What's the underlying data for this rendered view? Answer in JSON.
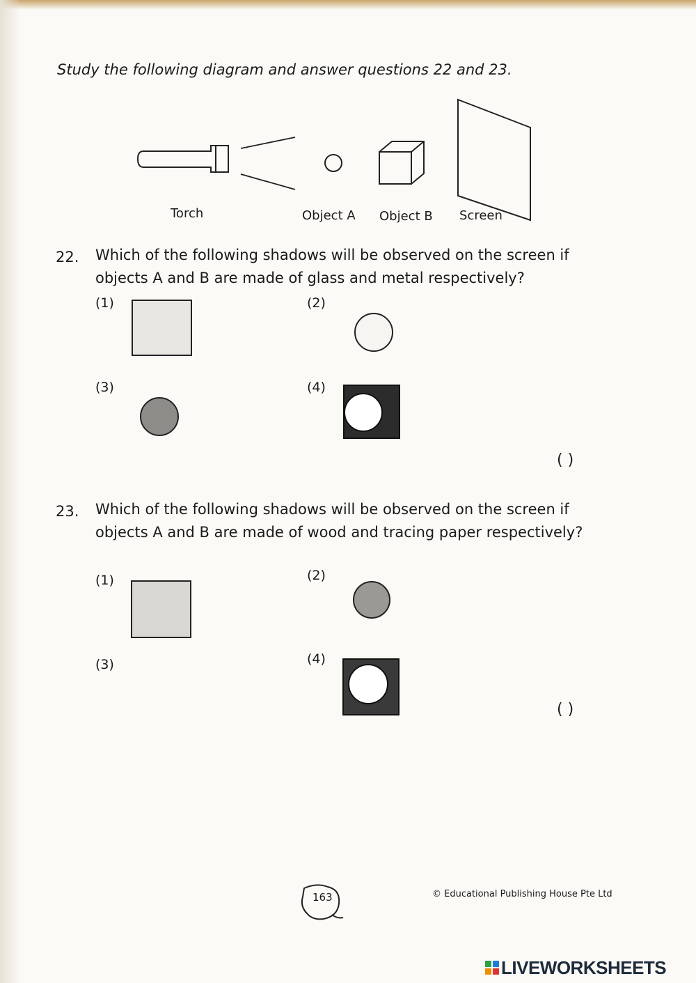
{
  "instruction": "Study the following diagram and answer questions 22 and 23.",
  "diagram": {
    "labels": {
      "torch": "Torch",
      "object_a": "Object A",
      "object_b": "Object B",
      "screen": "Screen"
    }
  },
  "questions": [
    {
      "number": "22.",
      "text": "Which of the following shadows will be observed on the screen if objects A and B are made of glass and metal respectively?",
      "options": [
        {
          "label": "(1)",
          "shadow": "light-square"
        },
        {
          "label": "(2)",
          "shadow": "circle-only"
        },
        {
          "label": "(3)",
          "shadow": "dark-circle"
        },
        {
          "label": "(4)",
          "shadow": "dark-square-with-hole"
        }
      ],
      "answer_bracket": "(        )"
    },
    {
      "number": "23.",
      "text": "Which of the following shadows will be observed on the screen if objects A and B are made of wood and tracing paper respectively?",
      "options": [
        {
          "label": "(1)",
          "shadow": "light-square"
        },
        {
          "label": "(2)",
          "shadow": "dark-circle"
        },
        {
          "label": "(3)",
          "shadow": "blank"
        },
        {
          "label": "(4)",
          "shadow": "dark-square-with-hole"
        }
      ],
      "answer_bracket": "(        )"
    }
  ],
  "footer": {
    "page_number": "163",
    "copyright": "© Educational Publishing House Pte Ltd"
  },
  "watermark": {
    "text": "LIVEWORKSHEETS"
  }
}
